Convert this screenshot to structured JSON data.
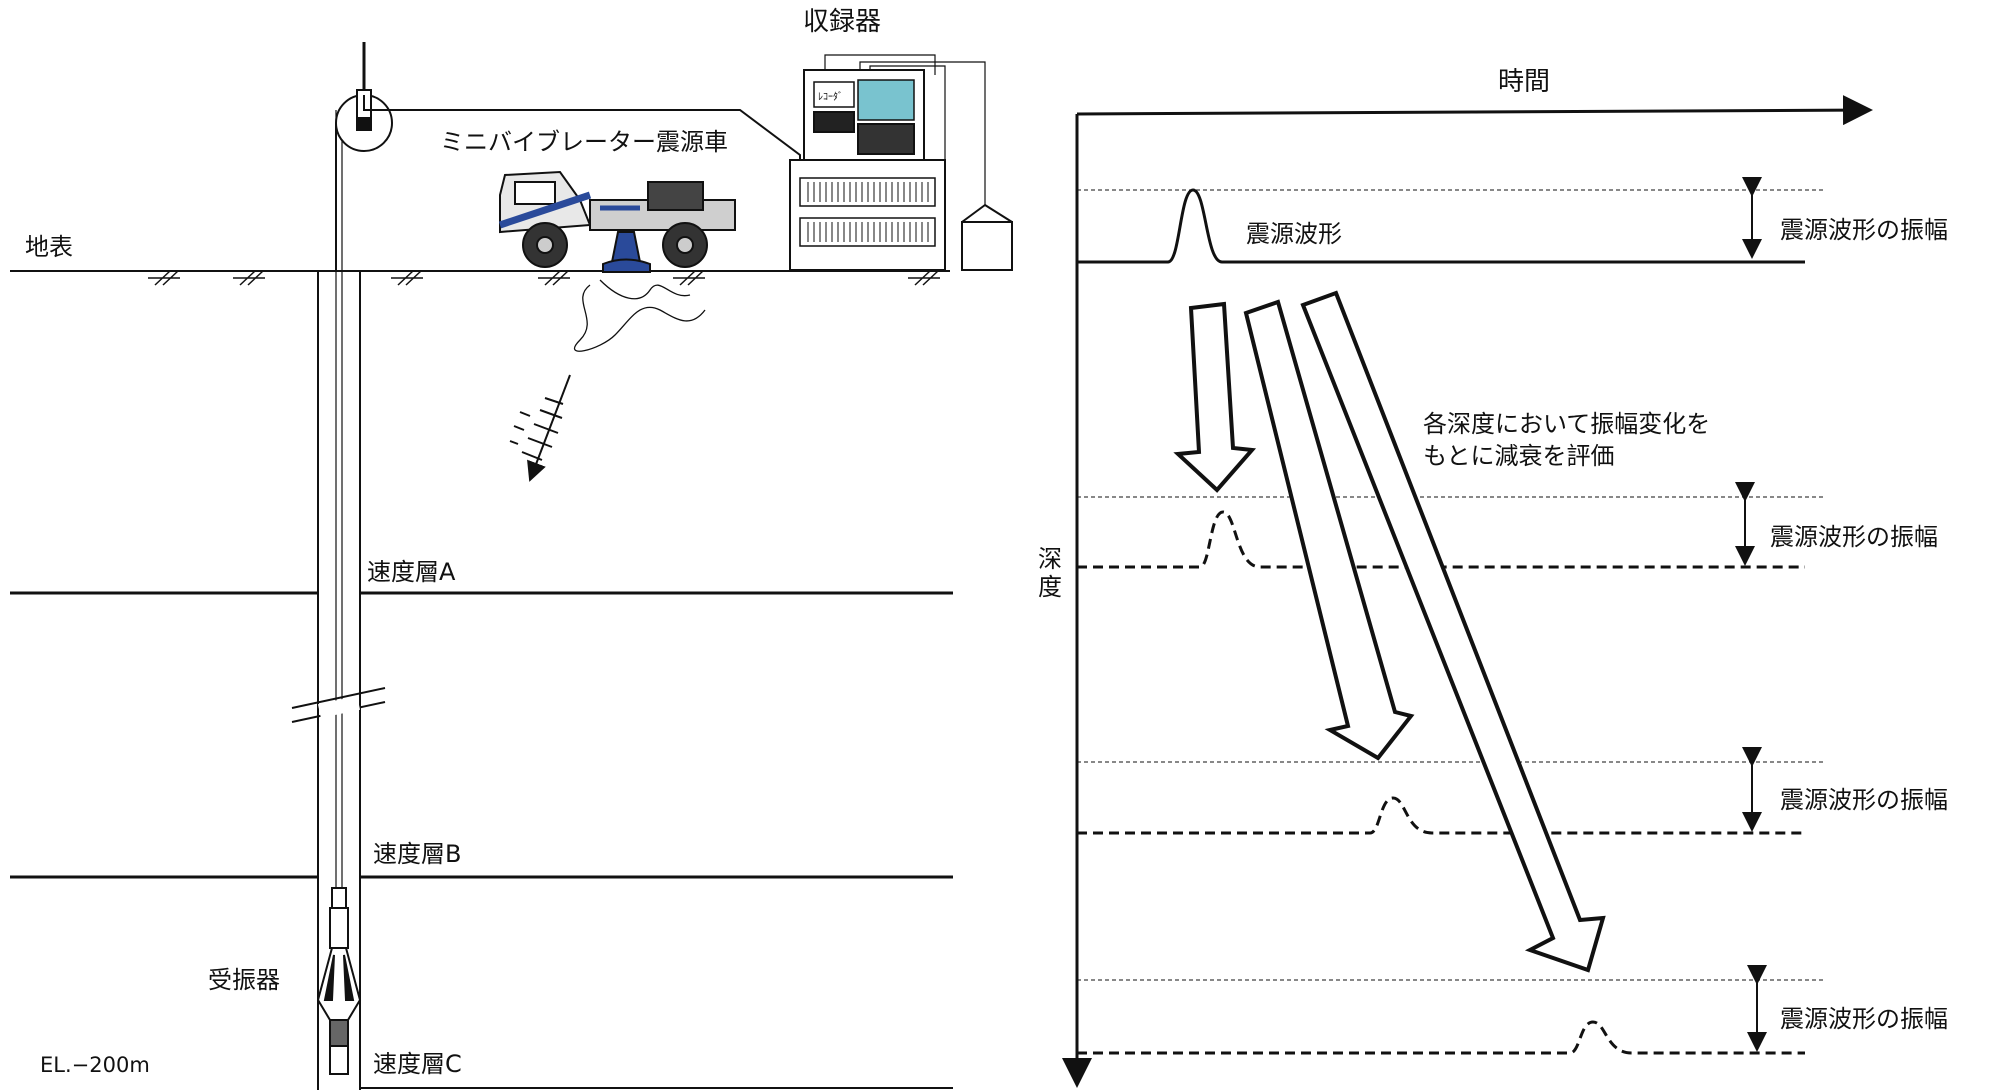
{
  "left": {
    "recorder_label": "収録器",
    "vehicle_label": "ミニバイブレーター震源車",
    "surface_label": "地表",
    "layer_a_label": "速度層A",
    "layer_b_label": "速度層B",
    "layer_c_label": "速度層C",
    "receiver_label": "受振器",
    "elevation_label": "EL.−200m",
    "recorder_screen_text": "ﾚｺｰﾀﾞ"
  },
  "right": {
    "time_axis_label": "時間",
    "depth_axis_label_line1": "深",
    "depth_axis_label_line2": "度",
    "waveform_label": "震源波形",
    "amplitude_label": "震源波形の振幅",
    "note_line1": "各深度において振幅変化を",
    "note_line2": "もとに減衰を評価",
    "traces": [
      {
        "style": "solid",
        "amplitude_level": 1.0
      },
      {
        "style": "dashed",
        "amplitude_level": 0.75
      },
      {
        "style": "dashed",
        "amplitude_level": 0.5
      },
      {
        "style": "dashed",
        "amplitude_level": 0.45
      }
    ]
  },
  "colors": {
    "ink": "#111111",
    "vehicle_stripe": "#2a4a9a",
    "screen": "#79c3cf",
    "grey": "#888888"
  }
}
